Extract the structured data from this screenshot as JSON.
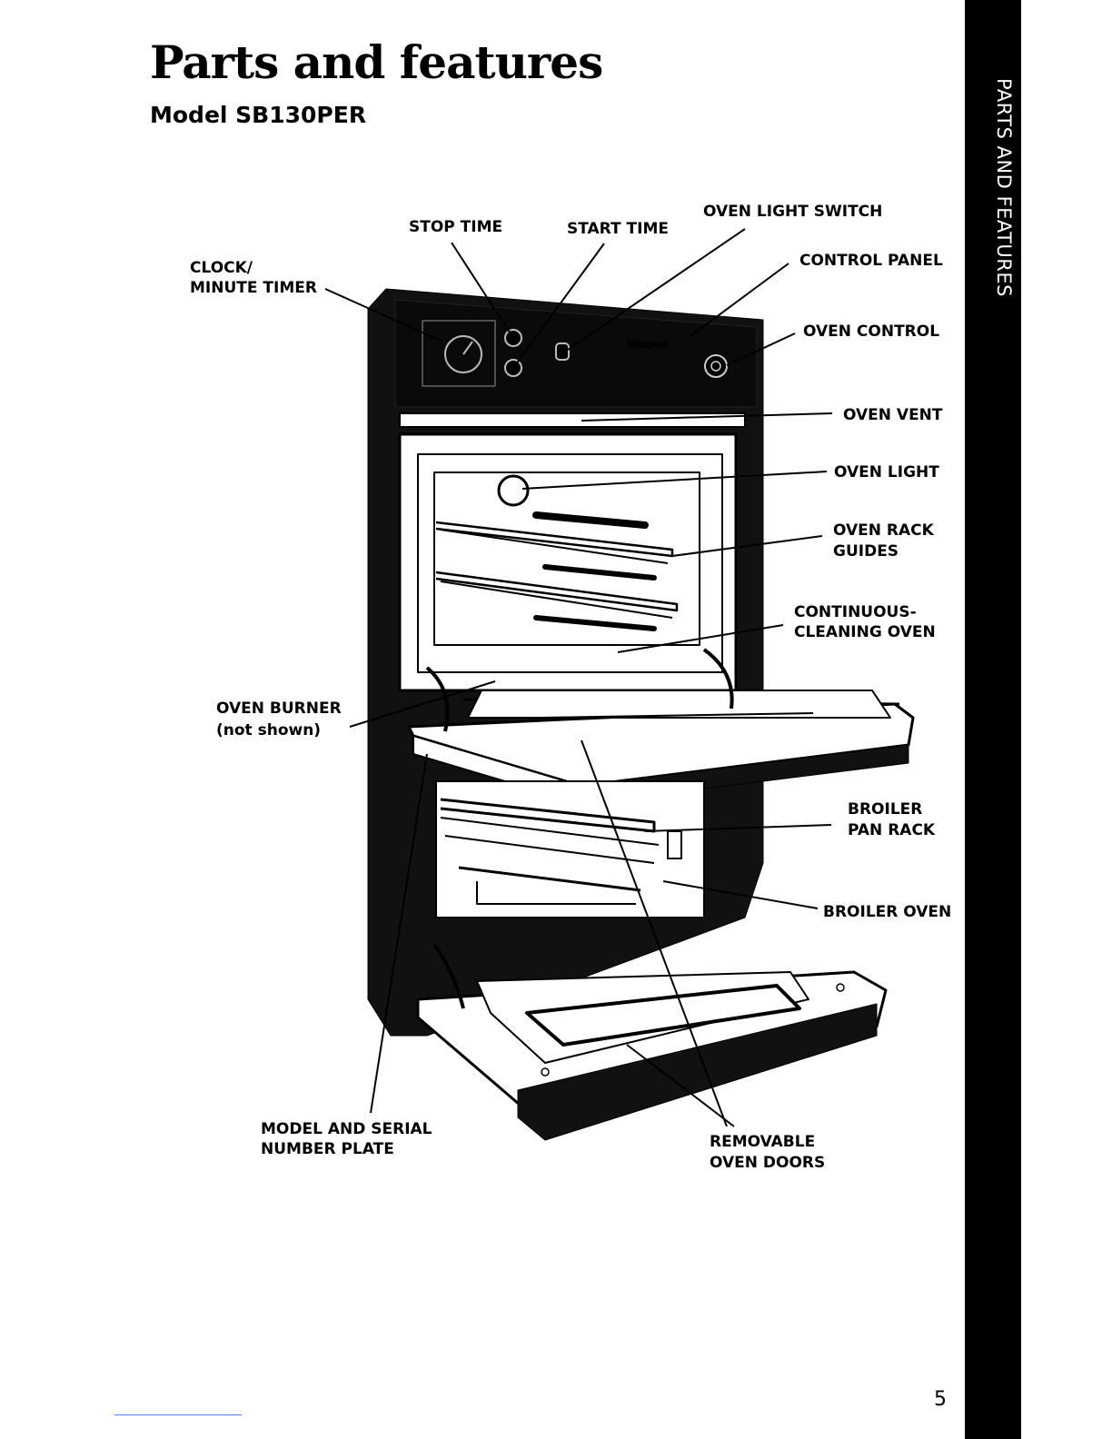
{
  "page": {
    "title": "Parts and features",
    "subtitle": "Model SB130PER",
    "side_tab": "PARTS AND FEATURES",
    "page_number": "5"
  },
  "callouts": {
    "stop_time": "STOP TIME",
    "start_time": "START TIME",
    "oven_light_switch": "OVEN LIGHT SWITCH",
    "clock_line1": "CLOCK/",
    "clock_line2": "MINUTE TIMER",
    "control_panel": "CONTROL PANEL",
    "oven_control": "OVEN CONTROL",
    "oven_vent": "OVEN VENT",
    "oven_light": "OVEN LIGHT",
    "rack_guides_line1": "OVEN RACK",
    "rack_guides_line2": "GUIDES",
    "continuous_line1": "CONTINUOUS-",
    "continuous_line2": "CLEANING OVEN",
    "burner_line1": "OVEN BURNER",
    "burner_line2": "(not shown)",
    "broiler_rack_line1": "BROILER",
    "broiler_rack_line2": "PAN RACK",
    "broiler_oven": "BROILER OVEN",
    "model_plate_line1": "MODEL AND SERIAL",
    "model_plate_line2": "NUMBER PLATE",
    "doors_line1": "REMOVABLE",
    "doors_line2": "OVEN DOORS"
  },
  "colors": {
    "ink": "#000000",
    "paper": "#ffffff",
    "tab_background": "#000000",
    "tab_text": "#ffffff"
  },
  "icons": [
    "oven-illustration"
  ]
}
